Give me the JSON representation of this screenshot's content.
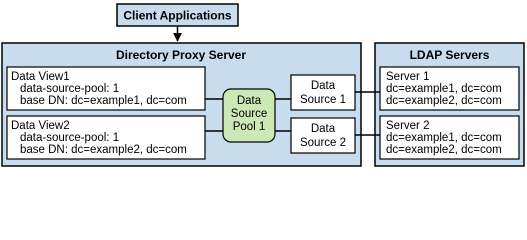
{
  "client": {
    "label": "Client Applications"
  },
  "proxy": {
    "title": "Directory Proxy Server",
    "data_view_1": {
      "name": "Data View1",
      "pool_line": "data-source-pool: 1",
      "dn_line": "base DN: dc=example1, dc=com"
    },
    "data_view_2": {
      "name": "Data View2",
      "pool_line": "data-source-pool: 1",
      "dn_line": "base DN: dc=example2, dc=com"
    },
    "pool": {
      "line1": "Data",
      "line2": "Source",
      "line3": "Pool 1"
    },
    "source_1": {
      "line1": "Data",
      "line2": "Source 1"
    },
    "source_2": {
      "line1": "Data",
      "line2": "Source 2"
    }
  },
  "ldap": {
    "title": "LDAP Servers",
    "server_1": {
      "name": "Server 1",
      "dn_1": "dc=example1, dc=com",
      "dn_2": "dc=example2, dc=com"
    },
    "server_2": {
      "name": "Server 2",
      "dn_1": "dc=example1, dc=com",
      "dn_2": "dc=example2, dc=com"
    }
  },
  "colors": {
    "panel_fill": "#c9dcee",
    "header_fill": "#c9dcee",
    "pool_fill": "#cce8b5",
    "box_fill": "#ffffff",
    "stroke": "#000000"
  }
}
